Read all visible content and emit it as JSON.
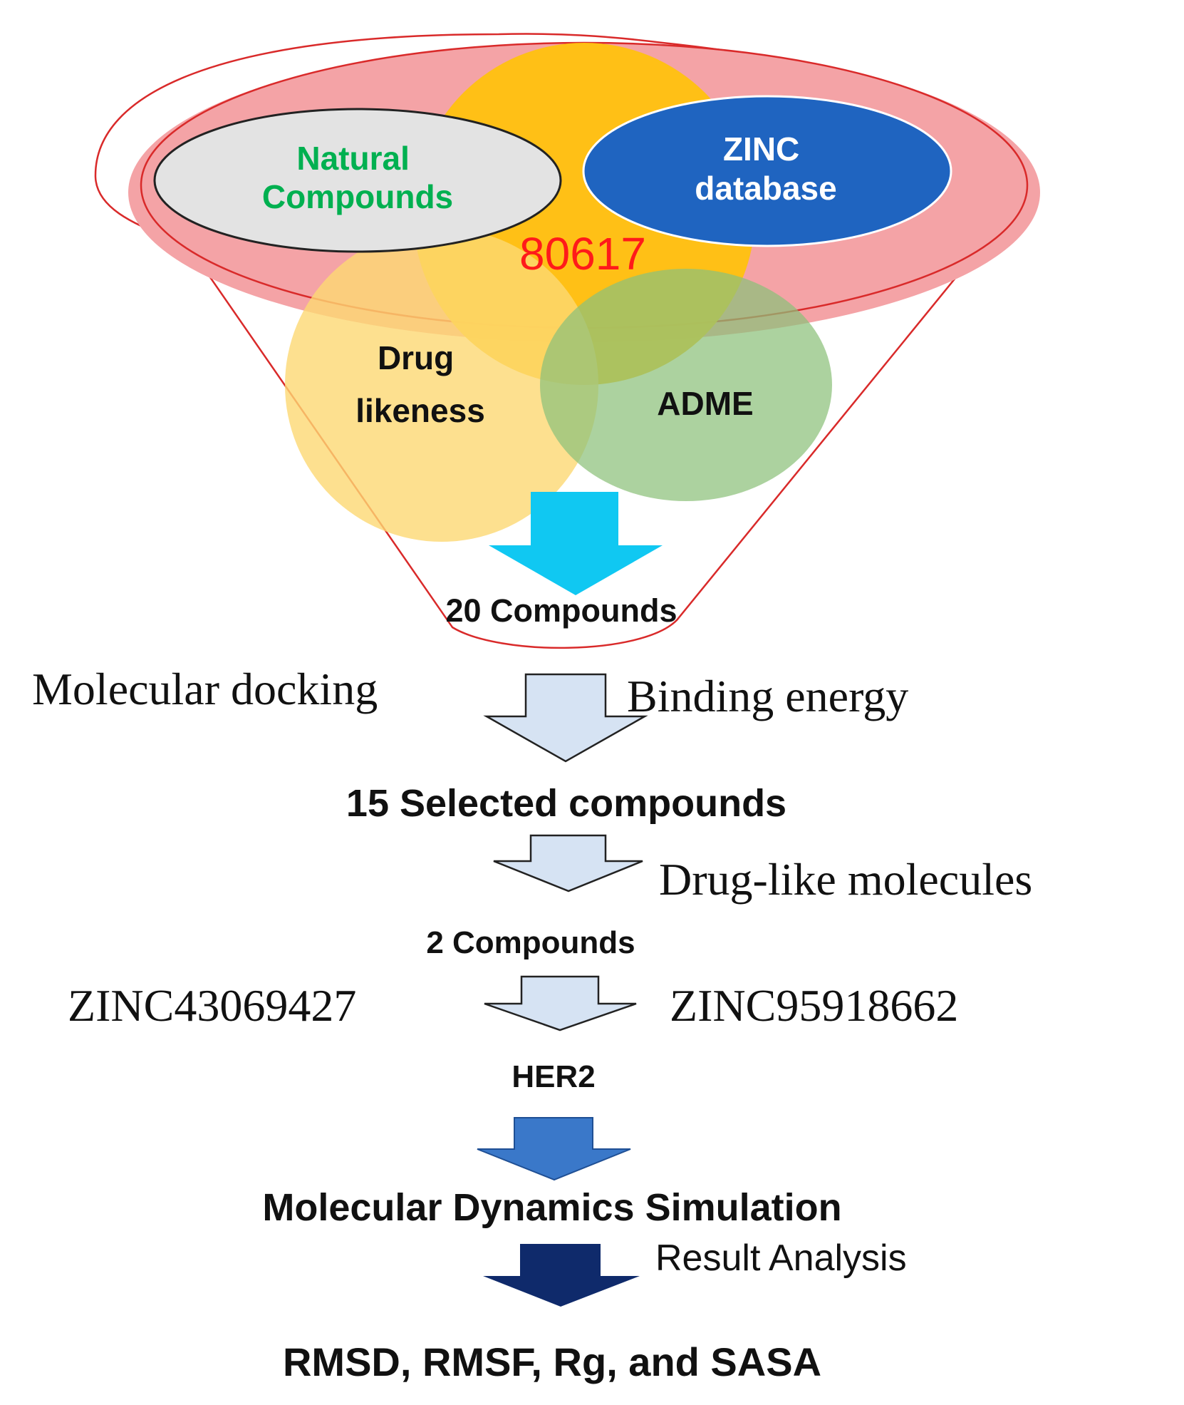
{
  "funnel": {
    "sources": {
      "natural_compounds": [
        "Natural",
        "Compounds"
      ],
      "zinc_database": [
        "ZINC",
        "database"
      ]
    },
    "total_count": "80617",
    "filters": {
      "drug_likeness": [
        "Drug",
        "likeness"
      ],
      "adme": "ADME"
    },
    "output": "20 Compounds"
  },
  "steps": {
    "docking_left": "Molecular docking",
    "docking_right": "Binding energy",
    "selected": "15 Selected compounds",
    "druglike": "Drug-like molecules",
    "two_compounds": "2 Compounds",
    "zinc_left": "ZINC43069427",
    "zinc_right": "ZINC95918662",
    "target": "HER2",
    "md": "Molecular Dynamics Simulation",
    "result_analysis": "Result Analysis",
    "final": "RMSD, RMSF, Rg, and SASA"
  },
  "colors": {
    "funnel_outline": "#d92a2a",
    "pink_ellipse": "#f4a3a6",
    "orange_circle": "#ffc20e",
    "natural_fill": "#e3e3e3",
    "natural_text": "#00b050",
    "zinc_fill": "#1f64c0",
    "count_text": "#ff1a1a",
    "drug_circle": "#fdd873",
    "adme_circle": "#8cc07a",
    "cyan_arrow": "#10c8f2",
    "light_arrow": "#d6e3f3",
    "mid_arrow": "#3a78c9",
    "dark_arrow": "#0f2a6b"
  }
}
